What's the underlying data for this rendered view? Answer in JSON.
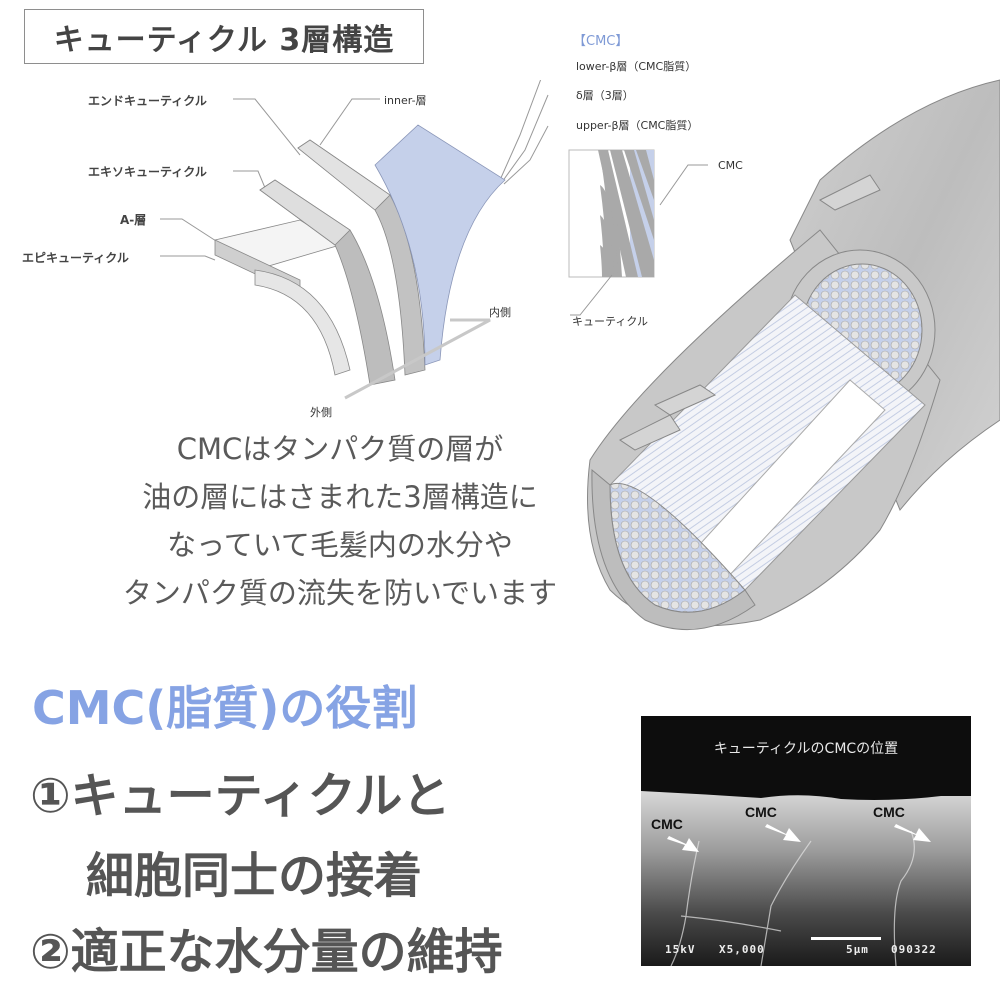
{
  "title": "キューティクル 3層構造",
  "diagram_left": {
    "labels": {
      "endocuticle": "エンドキューティクル",
      "exocuticle": "エキソキューティクル",
      "a_layer": "A-層",
      "epicuticle": "エピキューティクル",
      "inner_layer": "inner-層",
      "inside": "内側",
      "outside": "外側"
    }
  },
  "cmc_legend": {
    "heading": "【CMC】",
    "items": [
      "lower-β層（CMC脂質）",
      "δ層（3層）",
      "upper-β層（CMC脂質）"
    ]
  },
  "cuticle_detail": {
    "cmc_label": "CMC",
    "cuticle_label": "キューティクル"
  },
  "description": {
    "lines": [
      "CMCはタンパク質の層が",
      "油の層にはさまれた3層構造に",
      "なっていて毛髪内の水分や",
      "タンパク質の流失を防いでいます"
    ]
  },
  "roles": {
    "title": "CMC(脂質)の役割",
    "items": [
      "①キューティクルと",
      "細胞同士の接着",
      "②適正な水分量の維持"
    ]
  },
  "sem_image": {
    "caption": "キューティクルのCMCの位置",
    "markers": [
      "CMC",
      "CMC",
      "CMC"
    ],
    "voltage": "15kV",
    "magnification": "X5,000",
    "scale": "5μm",
    "id": "090322"
  },
  "colors": {
    "accent_blue": "#86a3e4",
    "cmc_fill": "#c5d0ea",
    "layer_gray": "#b8b8b8",
    "text_gray": "#555555"
  }
}
